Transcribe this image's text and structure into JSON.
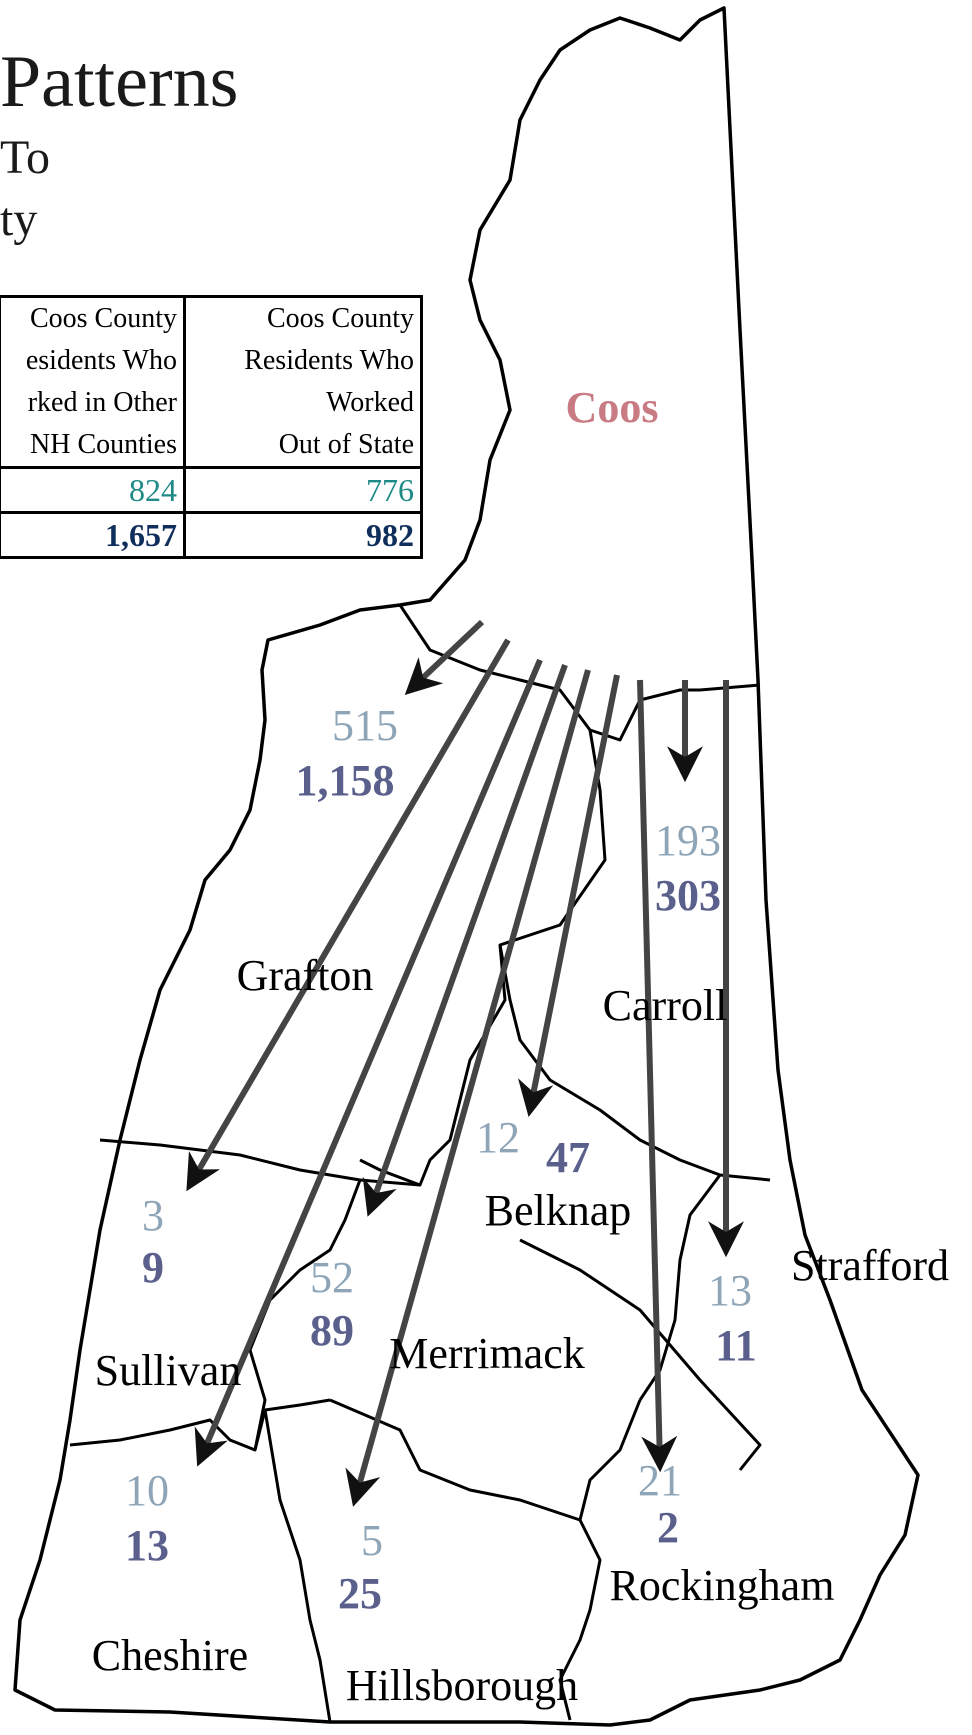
{
  "title": {
    "main": "Patterns",
    "line2": "To",
    "line3": "ty"
  },
  "table": {
    "headers": [
      [
        "Coos County",
        "esidents Who",
        "rked in Other",
        "NH Counties"
      ],
      [
        "Coos County",
        "Residents Who",
        "Worked",
        "Out of State"
      ]
    ],
    "rows": [
      [
        "824",
        "776"
      ],
      [
        "1,657",
        "982"
      ]
    ]
  },
  "map": {
    "home_county": "Coos",
    "counties": [
      {
        "name": "Grafton",
        "value_top": "515",
        "value_bottom": "1,158"
      },
      {
        "name": "Carroll",
        "value_top": "193",
        "value_bottom": "303"
      },
      {
        "name": "Sullivan",
        "value_top": "3",
        "value_bottom": "9"
      },
      {
        "name": "Belknap",
        "value_top": "12",
        "value_bottom": "47"
      },
      {
        "name": "Merrimack",
        "value_top": "52",
        "value_bottom": "89"
      },
      {
        "name": "Strafford",
        "value_top": "13",
        "value_bottom": "11"
      },
      {
        "name": "Cheshire",
        "value_top": "10",
        "value_bottom": "13"
      },
      {
        "name": "Hillsborough",
        "value_top": "5",
        "value_bottom": "25"
      },
      {
        "name": "Rockingham",
        "value_top": "21",
        "value_bottom": "2"
      }
    ]
  },
  "colors": {
    "home_county": "#c97b84",
    "value_top": "#8ea5b8",
    "value_bottom": "#5a5f8c",
    "arrow": "#444444",
    "table_light": "#1d8a86",
    "table_dark": "#0f2e5c"
  }
}
